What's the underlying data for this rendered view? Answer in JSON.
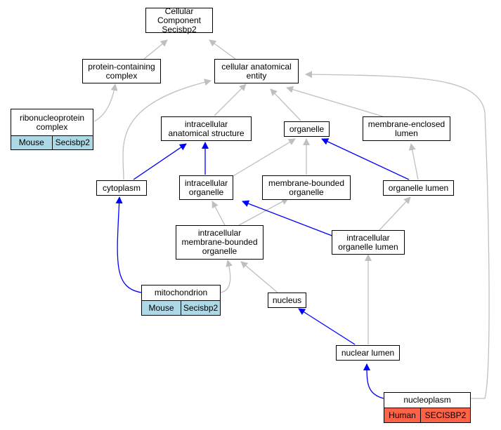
{
  "colors": {
    "gray_edge": "#bfbfbf",
    "blue_edge": "#0000ff",
    "mouse_bg": "#add8e6",
    "human_bg": "#ff6347"
  },
  "nodes": {
    "root": "Cellular Component\nSecisbp2",
    "protein_complex": "protein-containing\ncomplex",
    "cellular_entity": "cellular anatomical\nentity",
    "rnp_complex": {
      "title": "ribonucleoprotein\ncomplex",
      "species": "Mouse",
      "gene": "Secisbp2"
    },
    "intracellular_structure": "intracellular\nanatomical structure",
    "organelle": "organelle",
    "membrane_enclosed_lumen": "membrane-enclosed\nlumen",
    "cytoplasm": "cytoplasm",
    "intracellular_organelle": "intracellular\norganelle",
    "membrane_bounded_organelle": "membrane-bounded\norganelle",
    "organelle_lumen": "organelle lumen",
    "intra_membrane_bounded_organelle": "intracellular\nmembrane-bounded\norganelle",
    "intra_organelle_lumen": "intracellular\norganelle lumen",
    "mitochondrion": {
      "title": "mitochondrion",
      "species": "Mouse",
      "gene": "Secisbp2"
    },
    "nucleus": "nucleus",
    "nuclear_lumen": "nuclear lumen",
    "nucleoplasm": {
      "title": "nucleoplasm",
      "species": "Human",
      "gene": "SECISBP2"
    }
  }
}
